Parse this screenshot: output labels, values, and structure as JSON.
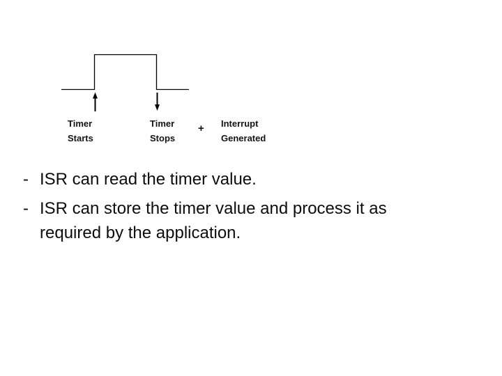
{
  "slide": {
    "background_color": "#ffffff",
    "ink_color": "#000000"
  },
  "diagram": {
    "description": "Timer pulse waveform with rising edge marked as timer start and falling edge marked as timer stop",
    "timer_starts_label": {
      "line1": "Timer",
      "line2": "Starts"
    },
    "timer_stops_label": {
      "line1": "Timer",
      "line2": "Stops"
    },
    "plus_sign": "+",
    "interrupt_label": {
      "line1": "Interrupt",
      "line2": "Generated"
    }
  },
  "bullets": [
    {
      "marker": "-",
      "lines": [
        "ISR can read the timer value."
      ]
    },
    {
      "marker": "-",
      "lines": [
        "ISR can store the timer value and process it as",
        "required by the application."
      ]
    }
  ]
}
